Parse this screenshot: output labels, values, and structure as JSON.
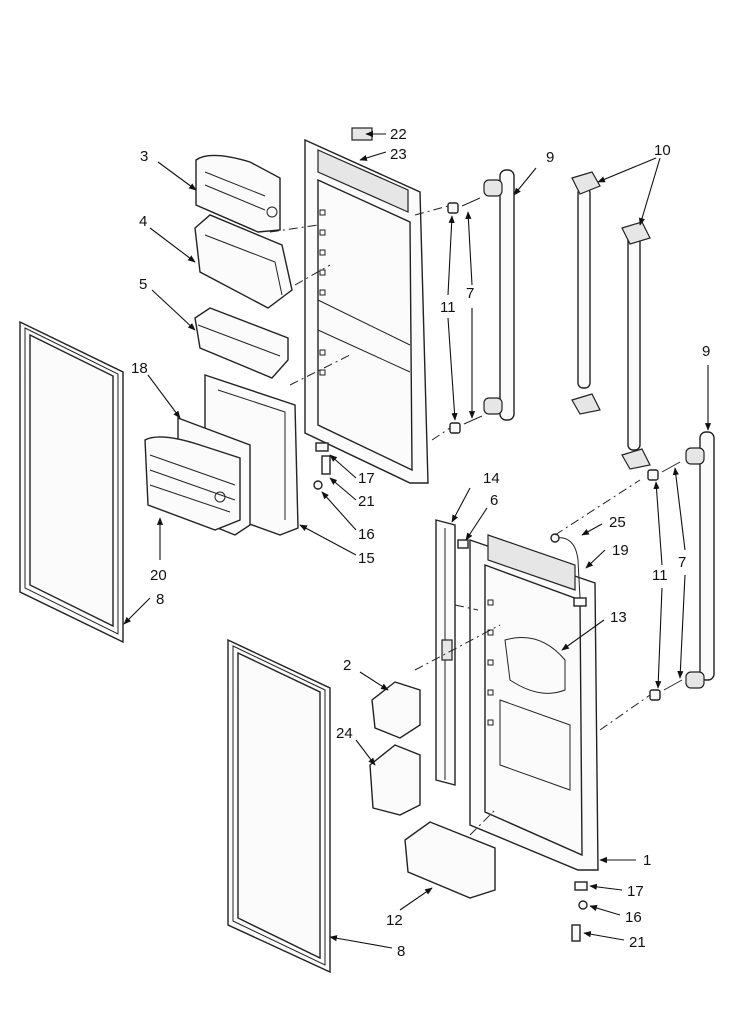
{
  "callouts": [
    {
      "id": "c22",
      "label": "22"
    },
    {
      "id": "c23",
      "label": "23"
    },
    {
      "id": "c3",
      "label": "3"
    },
    {
      "id": "c9a",
      "label": "9"
    },
    {
      "id": "c10",
      "label": "10"
    },
    {
      "id": "c4",
      "label": "4"
    },
    {
      "id": "c5",
      "label": "5"
    },
    {
      "id": "c11a",
      "label": "11"
    },
    {
      "id": "c7a",
      "label": "7"
    },
    {
      "id": "c18",
      "label": "18"
    },
    {
      "id": "c9b",
      "label": "9"
    },
    {
      "id": "c17a",
      "label": "17"
    },
    {
      "id": "c21a",
      "label": "21"
    },
    {
      "id": "c14",
      "label": "14"
    },
    {
      "id": "c6",
      "label": "6"
    },
    {
      "id": "c16a",
      "label": "16"
    },
    {
      "id": "c15",
      "label": "15"
    },
    {
      "id": "c25",
      "label": "25"
    },
    {
      "id": "c19",
      "label": "19"
    },
    {
      "id": "c20",
      "label": "20"
    },
    {
      "id": "c8a",
      "label": "8"
    },
    {
      "id": "c11b",
      "label": "11"
    },
    {
      "id": "c7b",
      "label": "7"
    },
    {
      "id": "c13",
      "label": "13"
    },
    {
      "id": "c2",
      "label": "2"
    },
    {
      "id": "c24",
      "label": "24"
    },
    {
      "id": "c1",
      "label": "1"
    },
    {
      "id": "c17b",
      "label": "17"
    },
    {
      "id": "c12",
      "label": "12"
    },
    {
      "id": "c16b",
      "label": "16"
    },
    {
      "id": "c21b",
      "label": "21"
    },
    {
      "id": "c8b",
      "label": "8"
    }
  ],
  "colors": {
    "line": "#222222",
    "background": "#ffffff"
  }
}
